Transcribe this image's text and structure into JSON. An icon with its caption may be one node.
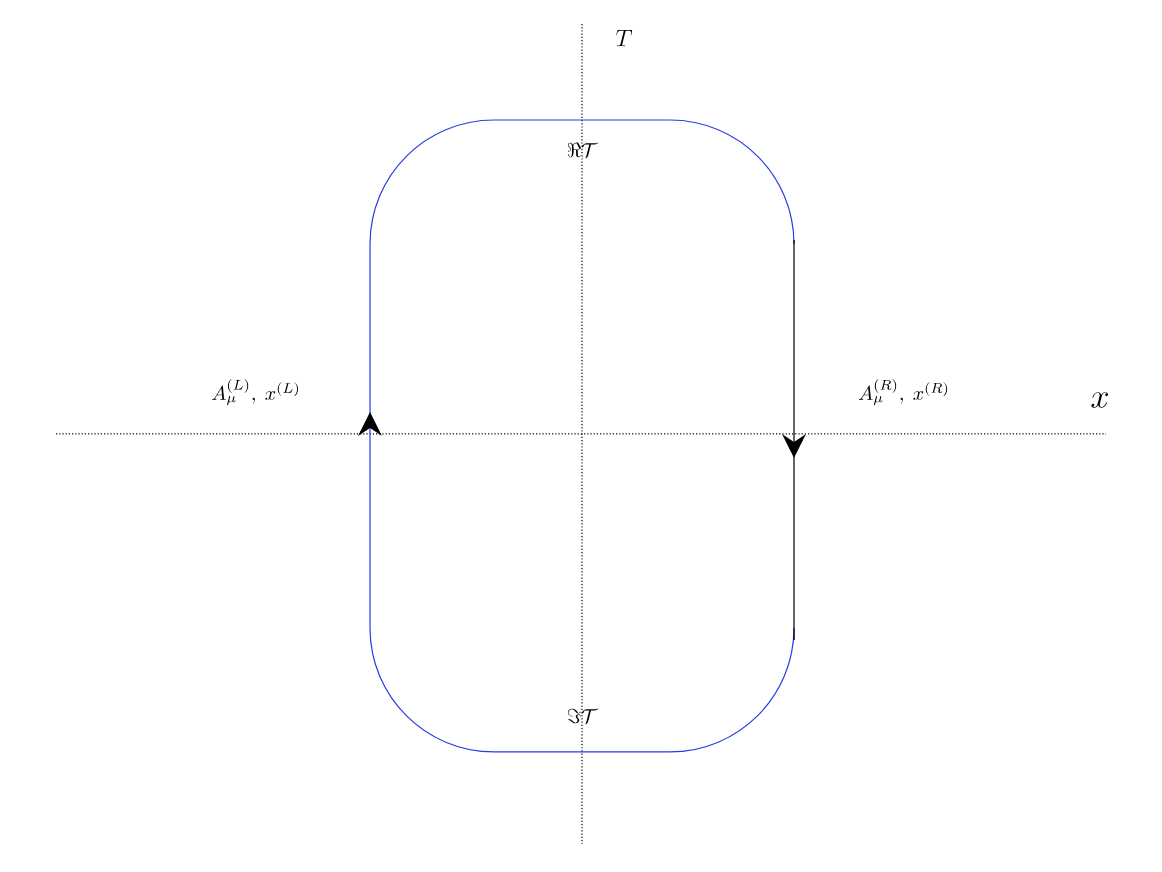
{
  "diagram": {
    "labels": [
      "T",
      "\\Re\\mathcal{T}",
      "A_\\mu^{(L)},\\ x^{(L)}",
      "A_\\mu^{(R)},\\ x^{(R)}",
      "x",
      "\\Im\\mathcal{T}"
    ]
  }
}
